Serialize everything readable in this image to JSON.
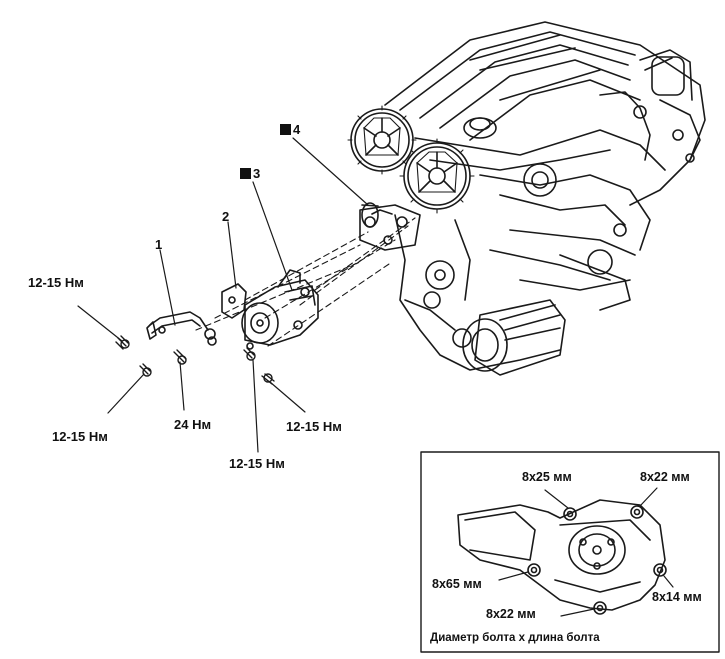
{
  "figure": {
    "part_labels": [
      {
        "id": "p1",
        "text": "1"
      },
      {
        "id": "p2",
        "text": "2"
      },
      {
        "id": "p3",
        "text": "3",
        "boxed": true
      },
      {
        "id": "p4",
        "text": "4",
        "boxed": true
      }
    ],
    "torque_labels": [
      {
        "id": "t1",
        "text": "12-15 Нм"
      },
      {
        "id": "t2",
        "text": "12-15 Нм"
      },
      {
        "id": "t3",
        "text": "24 Нм"
      },
      {
        "id": "t4",
        "text": "12-15 Нм"
      },
      {
        "id": "t5",
        "text": "12-15 Нм"
      }
    ],
    "inset": {
      "bolt_labels": [
        {
          "id": "b1",
          "text": "8x25 мм"
        },
        {
          "id": "b2",
          "text": "8x22 мм"
        },
        {
          "id": "b3",
          "text": "8x65 мм"
        },
        {
          "id": "b4",
          "text": "8x14 мм"
        },
        {
          "id": "b5",
          "text": "8x22 мм"
        }
      ],
      "caption": "Диаметр болта x длина болта"
    }
  }
}
